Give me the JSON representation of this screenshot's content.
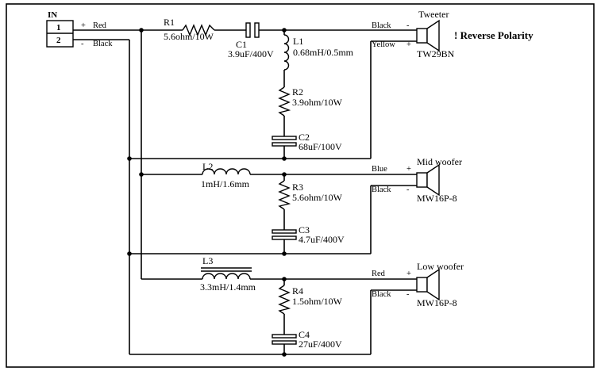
{
  "input": {
    "title": "IN",
    "pin1": "1",
    "pin2": "2",
    "plus": "+",
    "minus": "-",
    "red": "Red",
    "black": "Black"
  },
  "components": {
    "R1": {
      "name": "R1",
      "value": "5.6ohm/10W"
    },
    "C1": {
      "name": "C1",
      "value": "3.9uF/400V"
    },
    "L1": {
      "name": "L1",
      "value": "0.68mH/0.5mm"
    },
    "R2": {
      "name": "R2",
      "value": "3.9ohm/10W"
    },
    "C2": {
      "name": "C2",
      "value": "68uF/100V"
    },
    "L2": {
      "name": "L2",
      "value": "1mH/1.6mm"
    },
    "R3": {
      "name": "R3",
      "value": "5.6ohm/10W"
    },
    "C3": {
      "name": "C3",
      "value": "4.7uF/400V"
    },
    "L3": {
      "name": "L3",
      "value": "3.3mH/1.4mm"
    },
    "R4": {
      "name": "R4",
      "value": "1.5ohm/10W"
    },
    "C4": {
      "name": "C4",
      "value": "27uF/400V"
    }
  },
  "tweeter": {
    "title": "Tweeter",
    "model": "TW29BN",
    "note": "! Reverse Polarity",
    "wire_top": "Black",
    "wire_bottom": "Yellow",
    "sign_top": "-",
    "sign_bottom": "+"
  },
  "mid": {
    "title": "Mid woofer",
    "model": "MW16P-8",
    "wire_top": "Blue",
    "wire_bottom": "Black",
    "sign_top": "+",
    "sign_bottom": "-"
  },
  "low": {
    "title": "Low woofer",
    "model": "MW16P-8",
    "wire_top": "Red",
    "wire_bottom": "Black",
    "sign_top": "+",
    "sign_bottom": "-"
  }
}
